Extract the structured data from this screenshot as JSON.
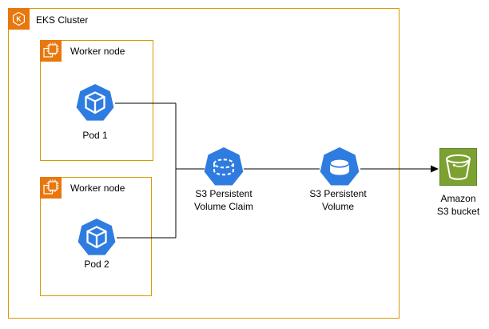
{
  "colors": {
    "aws_orange": "#E8770D",
    "box_border": "#D79B00",
    "k8s_blue": "#2F7CE0",
    "s3_green_fill": "#7CA131",
    "s3_green_border": "#5A8727",
    "connector": "#000000",
    "background": "#FFFFFF"
  },
  "cluster": {
    "label": "EKS Cluster",
    "icon": "eks-kubernetes-hexagon-icon"
  },
  "worker_nodes": [
    {
      "label": "Worker node",
      "icon": "compute-chip-icon",
      "pod": {
        "label": "Pod 1",
        "icon": "kubernetes-pod-icon"
      }
    },
    {
      "label": "Worker node",
      "icon": "compute-chip-icon",
      "pod": {
        "label": "Pod 2",
        "icon": "kubernetes-pod-icon"
      }
    }
  ],
  "pvc": {
    "label_line1": "S3 Persistent",
    "label_line2": "Volume Claim",
    "icon": "persistent-volume-claim-icon"
  },
  "pv": {
    "label_line1": "S3 Persistent",
    "label_line2": "Volume",
    "icon": "persistent-volume-icon"
  },
  "s3_bucket": {
    "label_line1": "Amazon",
    "label_line2": "S3 bucket",
    "icon": "s3-bucket-icon"
  },
  "connections": [
    "Pod 1 -> junction (elbow)",
    "Pod 2 -> junction (elbow)",
    "junction -> S3 Persistent Volume Claim",
    "S3 Persistent Volume Claim -> S3 Persistent Volume",
    "S3 Persistent Volume -> Amazon S3 bucket (arrow)"
  ]
}
